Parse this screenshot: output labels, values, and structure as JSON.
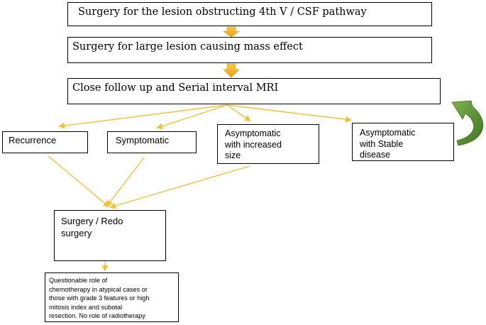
{
  "flowchart": {
    "step1": "Surgery for the lesion obstructing 4th V / CSF pathway",
    "step2": "Surgery for large lesion causing mass effect",
    "step3": "Close follow up and Serial interval MRI",
    "outcome_recurrence": "Recurrence",
    "outcome_symptomatic": "Symptomatic",
    "outcome_increased_size": "Asymptomatic\nwith increased\nsize",
    "outcome_stable": "Asymptomatic\nwith Stable\ndisease",
    "surgery": "Surgery / Redo\nsurgery",
    "note": "Questionable role of\nchemotherapy in atypical cases or\nthose with grade 3 features or high\nmitosis index and subotal\nresection. No role of radiotherapy"
  },
  "colors": {
    "arrow_orange": "#f5b41d",
    "arrow_line": "#f2c13a",
    "loop_green": "#5a8f32",
    "box_border": "#000000"
  }
}
